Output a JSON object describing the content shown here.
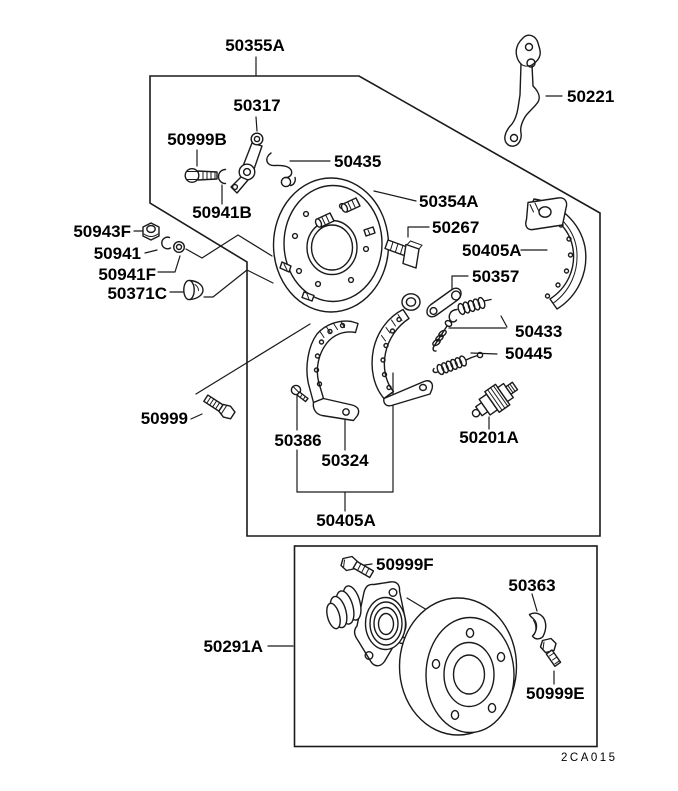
{
  "diagram": {
    "background": "#ffffff",
    "line_color": "#1a1a1a",
    "text_color": "#000000",
    "drawing_code": "2CA015"
  },
  "labels": {
    "main_assembly": "50355A",
    "bracket": "50221",
    "lever": "50317",
    "lever_bolt": "50999B",
    "lever_clip": "50941B",
    "nut": "50943F",
    "snap_ring": "50941",
    "washer": "50941F",
    "plug": "50371C",
    "spring_clip": "50435",
    "backing_plate": "50354A",
    "plate_bolt": "50267",
    "shoe_kit_right": "50405A",
    "strut": "50357",
    "hold_pin_spring": "50433",
    "adjuster_spring": "50445",
    "wheel_cylinder": "50201A",
    "shoe_screw": "50386",
    "anchor_bolt": "50999",
    "brake_shoe": "50324",
    "shoe_kit_bottom": "50405A",
    "hub_assembly": "50291A",
    "hub_bolt": "50999F",
    "drum_clip": "50363",
    "drum_bolt": "50999E"
  }
}
